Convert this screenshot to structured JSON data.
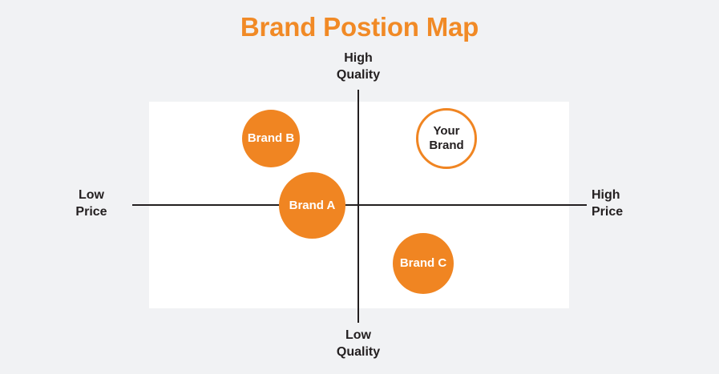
{
  "title": "Brand Postion Map",
  "colors": {
    "accent": "#f08522",
    "title": "#f18a26",
    "axis": "#231f20",
    "background": "#f1f2f4",
    "plot_background": "#ffffff",
    "bubble_text": "#ffffff",
    "outlined_bubble_text": "#231f20"
  },
  "axes": {
    "y_top_label": "High\nQuality",
    "y_top_line1": "High",
    "y_top_line2": "Quality",
    "y_bottom_label": "Low\nQuality",
    "y_bottom_line1": "Low",
    "y_bottom_line2": "Quality",
    "x_left_label": "Low\nPrice",
    "x_left_line1": "Low",
    "x_left_line2": "Price",
    "x_right_label": "High\nPrice",
    "x_right_line1": "High",
    "x_right_line2": "Price"
  },
  "chart_data": {
    "type": "scatter",
    "title": "Brand Postion Map",
    "xlabel": "Price",
    "ylabel": "Quality",
    "xlim": [
      -1,
      1
    ],
    "ylim": [
      -1,
      1
    ],
    "grid": false,
    "legend": "none",
    "axis_annotations": {
      "x_min": "Low Price",
      "x_max": "High Price",
      "y_min": "Low Quality",
      "y_max": "High Quality"
    },
    "points": [
      {
        "label": "Brand B",
        "x": -0.38,
        "y": 0.57,
        "size": 72,
        "style": "filled",
        "color": "#f08522"
      },
      {
        "label": "Brand A",
        "x": -0.2,
        "y": 0.0,
        "size": 83,
        "style": "filled",
        "color": "#f08522"
      },
      {
        "label": "Brand C",
        "x": 0.29,
        "y": -0.5,
        "size": 76,
        "style": "filled",
        "color": "#f08522"
      },
      {
        "label": "Your Brand",
        "x": 0.39,
        "y": 0.57,
        "size": 76,
        "style": "outlined",
        "color": "#f08522"
      }
    ]
  },
  "bubbles": {
    "brand_b": "Brand B",
    "brand_a": "Brand A",
    "brand_c": "Brand C",
    "your_brand": "Your\nBrand",
    "your_brand_line1": "Your",
    "your_brand_line2": "Brand"
  }
}
